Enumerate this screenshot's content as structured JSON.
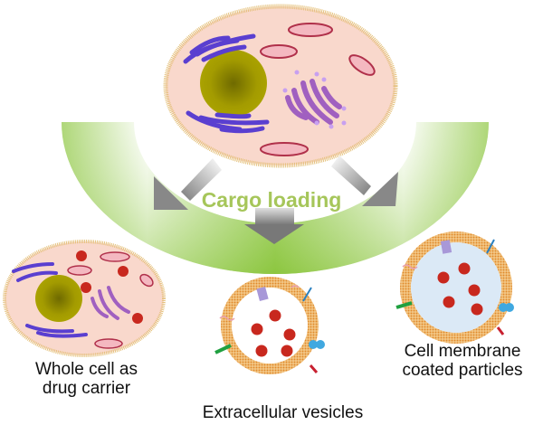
{
  "title_text": "Cargo loading",
  "labels": {
    "whole_cell_line1": "Whole cell as",
    "whole_cell_line2": "drug carrier",
    "ev": "Extracellular vesicles",
    "cmcp_line1": "Cell membrane",
    "cmcp_line2": "coated particles"
  },
  "colors": {
    "arc_green": "#8cc63f",
    "cytoplasm": "#f9d8cc",
    "membrane": "#e8b86a",
    "nucleus": "#a39b00",
    "er": "#5a3fd0",
    "golgi": "#a060c0",
    "mito": "#b0304a",
    "cargo": "#c8281e",
    "core": "#dbe9f6",
    "arrow_gray": "#8a8a8a"
  }
}
